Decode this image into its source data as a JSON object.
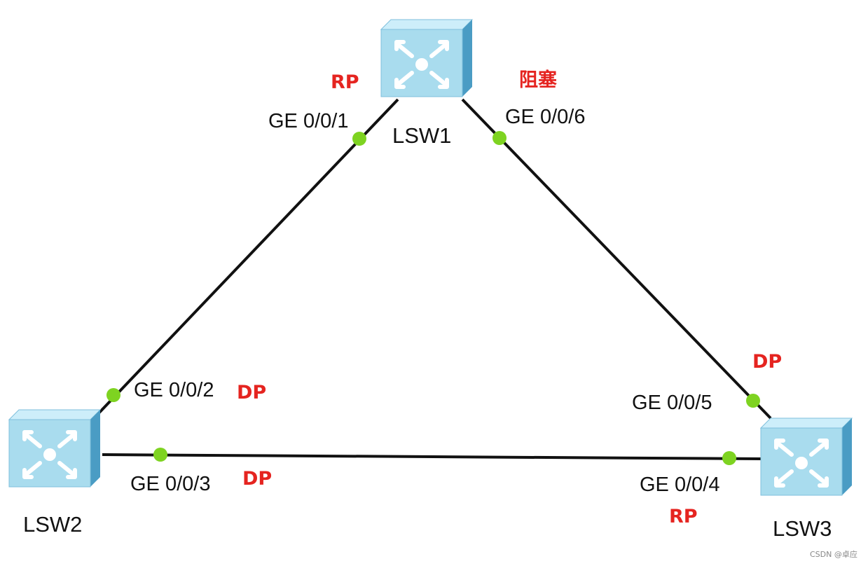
{
  "colors": {
    "link": "#111111",
    "port_dot": "#7ed321",
    "role_text": "#e52420",
    "switch_body": "#a9dcee",
    "switch_side": "#4a9cc4",
    "switch_top": "#cdeefa"
  },
  "switches": [
    {
      "id": "lsw1",
      "label": "LSW1",
      "icon": "l3-switch-icon"
    },
    {
      "id": "lsw2",
      "label": "LSW2",
      "icon": "l3-switch-icon"
    },
    {
      "id": "lsw3",
      "label": "LSW3",
      "icon": "l3-switch-icon"
    }
  ],
  "links": [
    {
      "from": "lsw1",
      "to": "lsw2"
    },
    {
      "from": "lsw1",
      "to": "lsw3"
    },
    {
      "from": "lsw2",
      "to": "lsw3"
    }
  ],
  "ports": {
    "lsw1_g1": {
      "label": "GE 0/0/1",
      "role": "RP"
    },
    "lsw1_g6": {
      "label": "GE 0/0/6",
      "role": "阻塞"
    },
    "lsw2_g2": {
      "label": "GE 0/0/2",
      "role": "DP"
    },
    "lsw2_g3": {
      "label": "GE 0/0/3",
      "role": "DP"
    },
    "lsw3_g5": {
      "label": "GE 0/0/5",
      "role": "DP"
    },
    "lsw3_g4": {
      "label": "GE 0/0/4",
      "role": "RP"
    }
  },
  "watermark": "CSDN @卓应"
}
